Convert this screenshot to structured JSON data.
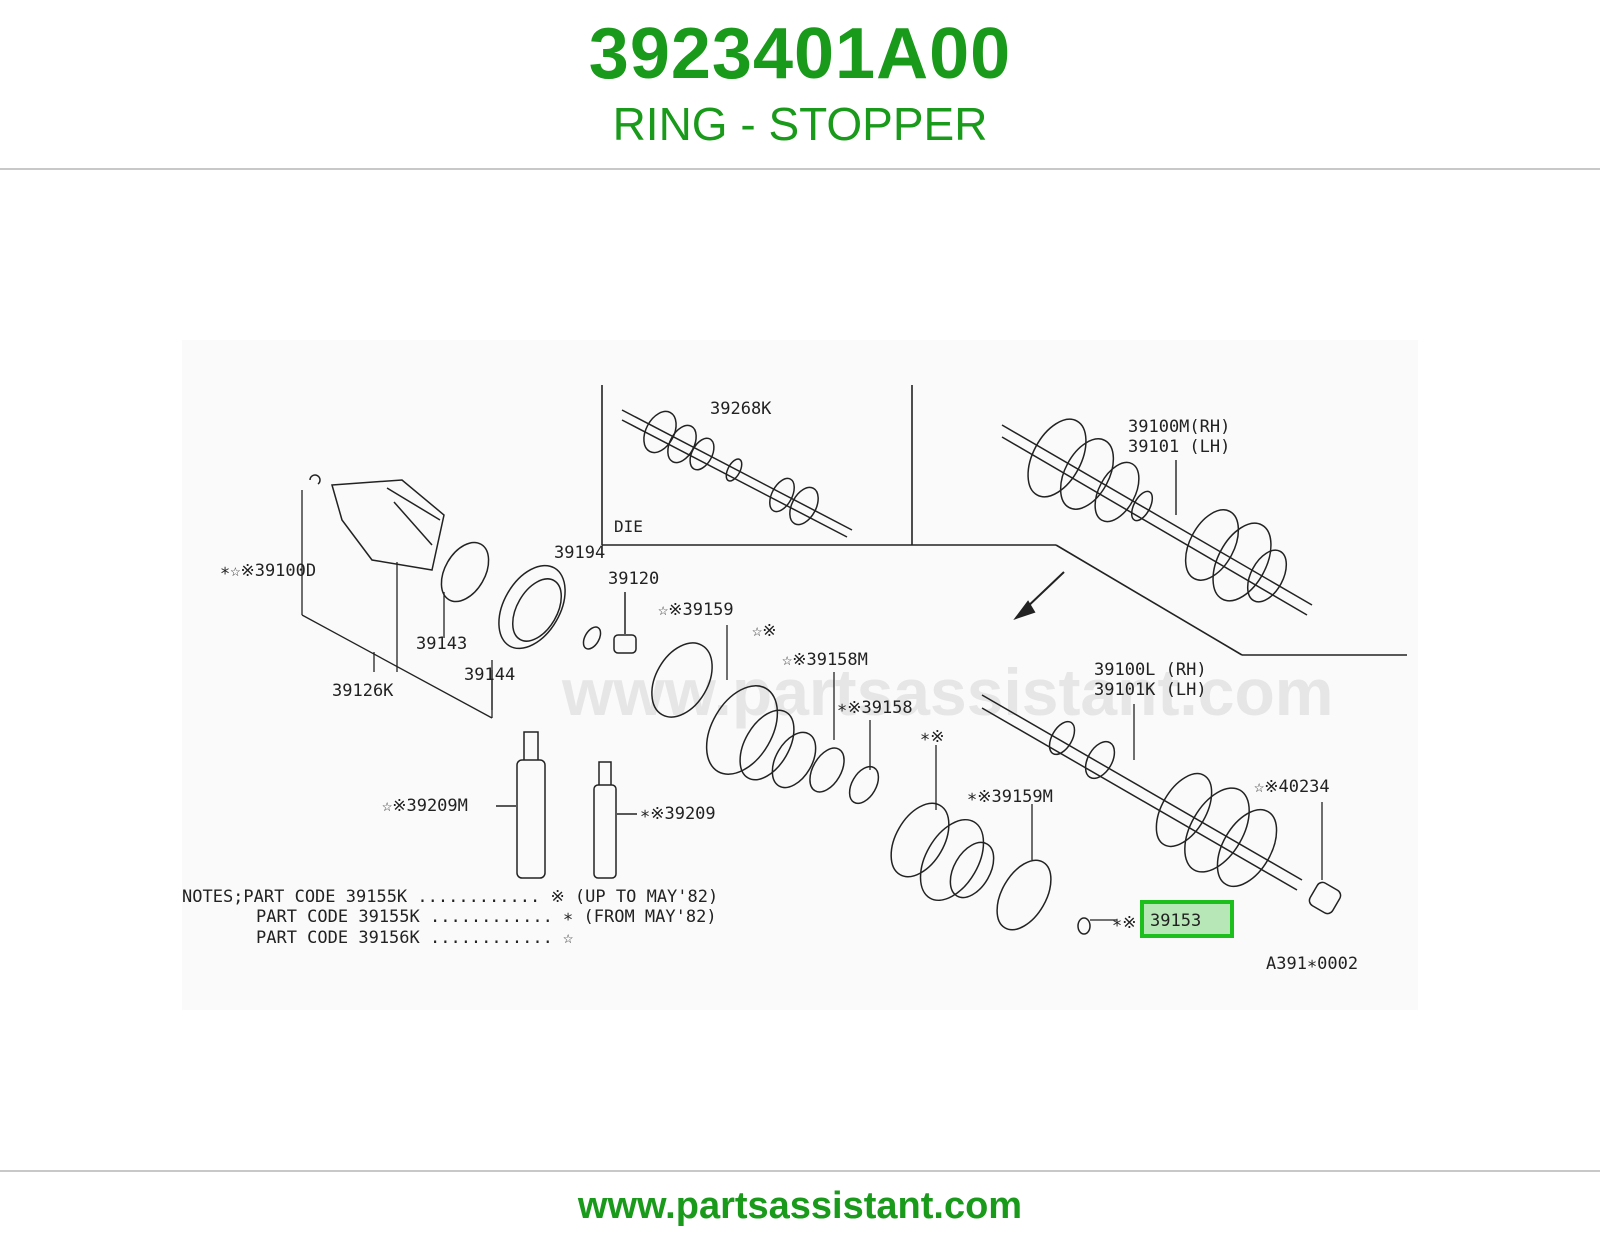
{
  "header": {
    "part_number": "3923401A00",
    "part_name": "RING - STOPPER"
  },
  "footer": {
    "url": "www.partsassistant.com"
  },
  "diagram": {
    "watermark": "www.partsassistant.com",
    "inset_label": "DIE",
    "drawing_code": "A391∗0002",
    "highlight_color": "#1dbf1d",
    "accent_color": "#1a9a1a",
    "callouts": {
      "c39268k": "39268K",
      "c39100m": "39100M(RH)",
      "c39101": "39101  (LH)",
      "c39100d": "∗☆※39100D",
      "c39194": "39194",
      "c39120": "39120",
      "c39159": "☆※39159",
      "c_star_mark": "☆※",
      "c39158m": "☆※39158M",
      "c39143": "39143",
      "c39144": "39144",
      "c39126k": "39126K",
      "c39158": "∗※39158",
      "c_mark2": "∗※",
      "c39100l": "39100L (RH)",
      "c39101k": "39101K (LH)",
      "c39209m": "☆※39209M",
      "c39209": "∗※39209",
      "c39159m": "∗※39159M",
      "c40234": "☆※40234",
      "c39153_prefix": "∗※",
      "c39153": "39153"
    },
    "notes": {
      "line1": "NOTES;PART CODE 39155K ............ ※  (UP TO MAY'82)",
      "line2": "PART CODE 39155K ............ ∗  (FROM MAY'82)",
      "line3": "PART CODE 39156K ............ ☆"
    }
  }
}
